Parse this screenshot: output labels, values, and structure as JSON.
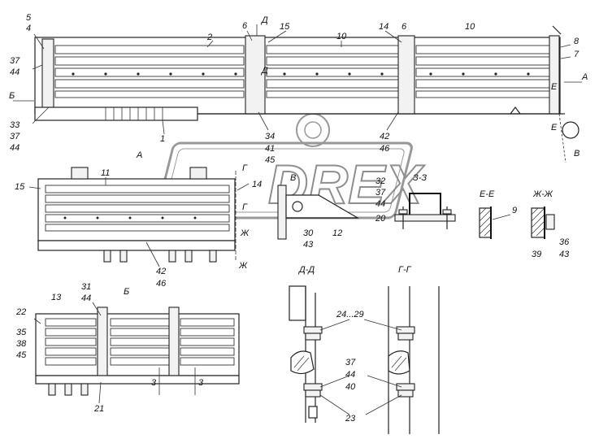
{
  "watermark": {
    "text": "DREX"
  },
  "view_labels": {
    "view_a": "А",
    "view_b": "Б",
    "section_dd": "Д-Д",
    "section_gg": "Г-Г",
    "section_33": "З-З",
    "section_ee": "Е-Е",
    "section_zhzh": "Ж-Ж",
    "callout_v": "В"
  },
  "direction_marks": {
    "arrow_b_left": "Б",
    "arrow_a_right": "А",
    "mark_d_top": "Д",
    "mark_d_bottom": "Д",
    "mark_e_top": "Е",
    "mark_e_bottom": "Е",
    "mark_v": "В",
    "mark_g_top": "Г",
    "mark_g_bottom": "Г",
    "mark_zh_top": "Ж",
    "mark_zh_bottom": "Ж",
    "mark_3_left": "3",
    "mark_3_right": "3"
  },
  "callouts": {
    "top": [
      "5",
      "4",
      "37",
      "44",
      "2",
      "6",
      "15",
      "10",
      "14",
      "6",
      "10",
      "8",
      "7",
      "33",
      "37",
      "44",
      "1",
      "34",
      "41",
      "45",
      "42",
      "46"
    ],
    "view_a": [
      "11",
      "15",
      "14",
      "42",
      "46"
    ],
    "detail_v": [
      "В",
      "30",
      "43",
      "12"
    ],
    "section_33": [
      "32",
      "37",
      "44",
      "20"
    ],
    "section_ee": [
      "9"
    ],
    "section_zhzh": [
      "36",
      "43",
      "39"
    ],
    "view_b": [
      "13",
      "31",
      "44",
      "22",
      "35",
      "38",
      "45",
      "21"
    ],
    "sections_dd_gg": [
      "24...29",
      "37",
      "44",
      "40",
      "23"
    ]
  }
}
